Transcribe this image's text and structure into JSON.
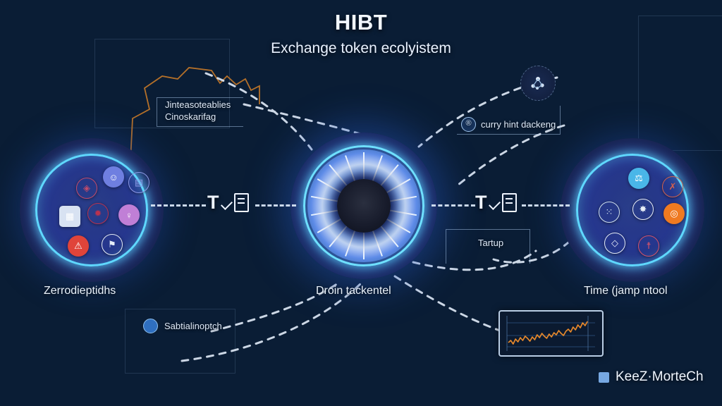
{
  "header": {
    "title": "HIBT",
    "subtitle": "Exchange token ecolyistem"
  },
  "nodes": [
    {
      "id": "left",
      "caption": "Zerrodieptidhs"
    },
    {
      "id": "center",
      "caption": "Droin tackentel"
    },
    {
      "id": "right",
      "caption": "Time (jamp ntool"
    }
  ],
  "flows": [
    {
      "id": "flow-left",
      "label": "T",
      "icon": "document-check-icon"
    },
    {
      "id": "flow-right",
      "label": "T",
      "icon": "document-check-icon"
    }
  ],
  "callouts": [
    {
      "id": "interop",
      "line1": "Jinteasoteablies",
      "line2": "Cinoskarifag"
    },
    {
      "id": "security",
      "line1": "curry hint dackeng",
      "icon": "registered-mark-icon"
    },
    {
      "id": "startup",
      "line1": "Tartup"
    },
    {
      "id": "social",
      "line1": "Sabtialinoptch",
      "icon": "shield-node-icon"
    }
  ],
  "chart_thumb": {
    "name": "price-trend-chart",
    "series_color": "#e8892b"
  },
  "badges": [
    {
      "id": "network-node",
      "icon": "network-node-icon"
    }
  ],
  "brand": {
    "mark": "square-mark-icon",
    "text": "KeeZ·MorteCh",
    "color": "#77a8e2"
  },
  "palette": {
    "bg_deep": "#071627",
    "bg_mid": "#0a1e38",
    "glow_blue": "#2a3f8a",
    "ring_cyan": "#5fd8ff",
    "accent_orange": "#e8892b",
    "text_light": "#eaf2fb"
  },
  "node_icons": {
    "left": [
      {
        "name": "shield-icon",
        "color": "#c24b6b",
        "shape": "out",
        "glyph": "◈"
      },
      {
        "name": "avatar-icon",
        "color": "#6f7fe0",
        "shape": "circle",
        "glyph": "☺"
      },
      {
        "name": "wallet-icon",
        "color": "#8e9ae8",
        "shape": "out",
        "glyph": "▤"
      },
      {
        "name": "monitor-icon",
        "color": "#d8e2f2",
        "shape": "sq",
        "glyph": "▦"
      },
      {
        "name": "burst-icon",
        "color": "#b8324f",
        "shape": "out",
        "glyph": "✹"
      },
      {
        "name": "person-icon",
        "color": "#c07fd6",
        "shape": "circle",
        "glyph": "♀"
      },
      {
        "name": "alert-icon",
        "color": "#e0443a",
        "shape": "circle",
        "glyph": "⚠"
      },
      {
        "name": "flag-icon",
        "color": "#e4ecf8",
        "shape": "out",
        "glyph": "⚑"
      }
    ],
    "right": [
      {
        "name": "scales-icon",
        "color": "#49b6e8",
        "shape": "circle",
        "glyph": "⚖"
      },
      {
        "name": "runner-icon",
        "color": "#d0614e",
        "shape": "out",
        "glyph": "✗"
      },
      {
        "name": "cluster-icon",
        "color": "#cfe0ef",
        "shape": "out",
        "glyph": "⁙"
      },
      {
        "name": "spark-icon",
        "color": "#e8eef7",
        "shape": "out",
        "glyph": "✸"
      },
      {
        "name": "target-icon",
        "color": "#ef7a21",
        "shape": "circle",
        "glyph": "◎"
      },
      {
        "name": "diamond-icon",
        "color": "#e4ecf8",
        "shape": "out",
        "glyph": "◇"
      },
      {
        "name": "antenna-icon",
        "color": "#d2536b",
        "shape": "out",
        "glyph": "☨"
      }
    ]
  }
}
